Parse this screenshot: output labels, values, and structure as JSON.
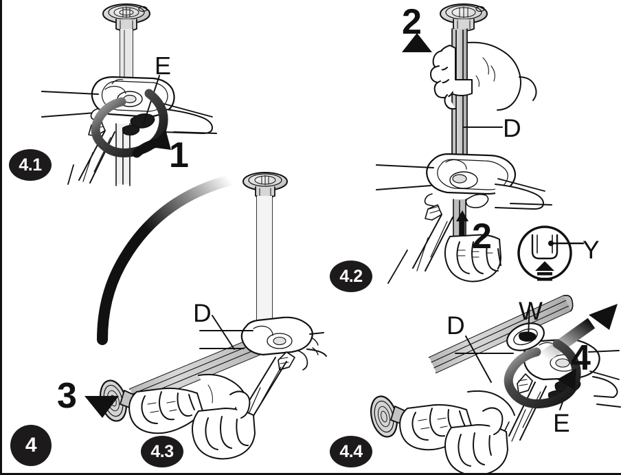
{
  "document": {
    "kind": "assembly-instruction-illustration",
    "step_number": "4",
    "panels": [
      "4.1",
      "4.2",
      "4.3",
      "4.4"
    ]
  },
  "colors": {
    "ink": "#111111",
    "badge_fill": "#1c1a1a",
    "badge_text": "#ffffff",
    "tube_grey": "#c8c8c8",
    "mid_grey": "#9a9a9a",
    "light_grey": "#e2e2e2",
    "paper": "#ffffff"
  },
  "badges": {
    "panel_41": "4.1",
    "panel_42": "4.2",
    "panel_43": "4.3",
    "panel_44": "4.4",
    "main_step": "4"
  },
  "callouts": {
    "panel_41": [
      {
        "letter": "E",
        "meaning": "clamp-lever"
      }
    ],
    "panel_42": [
      {
        "letter": "D",
        "meaning": "handlebar-stem-tube"
      },
      {
        "letter": "Y",
        "meaning": "detail-circle-tube-end-marker"
      }
    ],
    "panel_43": [
      {
        "letter": "D",
        "meaning": "handlebar-stem-tube"
      }
    ],
    "panel_44": [
      {
        "letter": "D",
        "meaning": "handlebar-stem-tube"
      },
      {
        "letter": "W",
        "meaning": "stem-socket-slot"
      },
      {
        "letter": "E",
        "meaning": "clamp-lever"
      }
    ]
  },
  "step_numbers": {
    "panel_41": [
      "1"
    ],
    "panel_42": [
      "2",
      "2"
    ],
    "panel_43": [
      "3"
    ],
    "panel_44": [
      "4"
    ]
  },
  "arrows": {
    "panel_41": {
      "type": "rotation-loop",
      "label": "1",
      "direction": "counter-clockwise-open-lever"
    },
    "panel_42_up": {
      "type": "straight-gradient",
      "label": "2",
      "direction": "up"
    },
    "panel_42_lower": {
      "type": "straight-small",
      "label": "2",
      "direction": "up"
    },
    "panel_43": {
      "type": "curved-sweep-gradient",
      "label": "3",
      "direction": "down-left"
    },
    "panel_44_out": {
      "type": "straight-gradient",
      "label": "4",
      "direction": "up-right"
    },
    "panel_44_rotate": {
      "type": "rotation-loop",
      "label": "4",
      "direction": "clockwise-close-lever"
    },
    "detail_y": {
      "type": "small-up-arrow-with-dashes",
      "direction": "up"
    }
  },
  "detail_inset": {
    "id": "Y",
    "shape": "circle",
    "contents": "tube-end-with-insert-marker-and-up-arrow"
  }
}
